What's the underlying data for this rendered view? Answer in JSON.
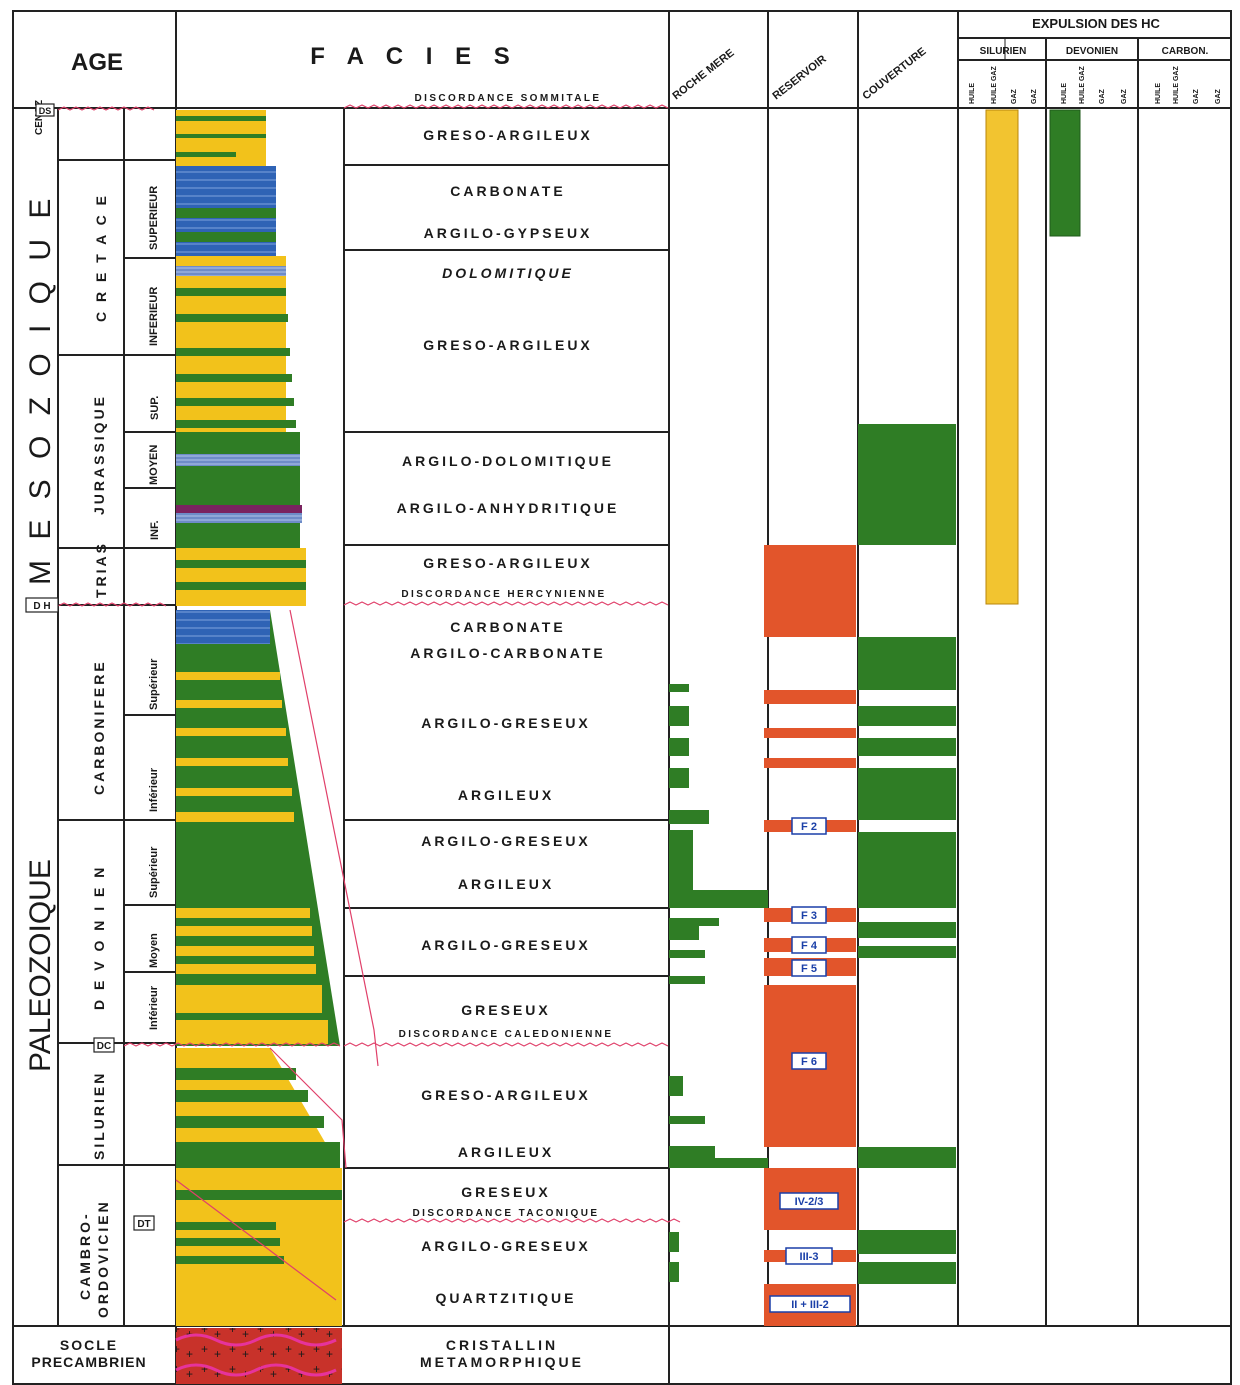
{
  "headers": {
    "age": "AGE",
    "facies": "F A C I E S",
    "roche_mere": "ROCHE MERE",
    "reservoir": "RESERVOIR",
    "couverture": "COUVERTURE",
    "expulsion": "EXPULSION DES HC",
    "silurien": "SILURIEN",
    "devonien": "DEVONIEN",
    "carbon": "CARBON.",
    "huile": "HUILE",
    "huile_gaz": "HUILE GAZ",
    "gaz": "GAZ"
  },
  "eras": {
    "cenoz": "CENOZ",
    "mesozoique": "M E S O Z O I Q U E",
    "paleozoique": "PALEOZOIQUE",
    "socle": "SOCLE",
    "precambrien": "PRECAMBRIEN"
  },
  "systems": {
    "cretace": "C R E T A C E",
    "jurassique": "JURASSIQUE",
    "trias": "TRIAS",
    "carbonifere": "CARBONIFERE",
    "devonien": "D E V O N I E N",
    "silurien": "SILURIEN",
    "cambro": "CAMBRO-",
    "ordovicien": "ORDOVICIEN"
  },
  "subdivisions": {
    "cret_sup": "SUPERIEUR",
    "cret_inf": "INFERIEUR",
    "jur_sup": "SUP.",
    "jur_moy": "MOYEN",
    "jur_inf": "INF.",
    "carb_sup": "Supérieur",
    "carb_inf": "Inférieur",
    "dev_sup": "Supérieur",
    "dev_moy": "Moyen",
    "dev_inf": "Inférieur"
  },
  "discordance_tags": {
    "ds": "DS",
    "dh": "D H",
    "dc": "DC",
    "dt": "DT"
  },
  "facies": {
    "disc_sommitale": "DISCORDANCE SOMMITALE",
    "f1": "GRESO-ARGILEUX",
    "f2": "CARBONATE",
    "f3": "ARGILO-GYPSEUX",
    "f4": "DOLOMITIQUE",
    "f5": "GRESO-ARGILEUX",
    "f6": "ARGILO-DOLOMITIQUE",
    "f7": "ARGILO-ANHYDRITIQUE",
    "f8": "GRESO-ARGILEUX",
    "disc_hercynienne": "DISCORDANCE HERCYNIENNE",
    "f9": "CARBONATE",
    "f10": "ARGILO-CARBONATE",
    "f11": "ARGILO-GRESEUX",
    "f12": "ARGILEUX",
    "f13": "ARGILO-GRESEUX",
    "f14": "ARGILEUX",
    "f15": "ARGILO-GRESEUX",
    "f16": "GRESEUX",
    "disc_caledonienne": "DISCORDANCE CALEDONIENNE",
    "f17": "GRESO-ARGILEUX",
    "f18": "ARGILEUX",
    "f19": "GRESEUX",
    "disc_taconique": "DISCORDANCE TACONIQUE",
    "f20": "ARGILO-GRESEUX",
    "f21": "QUARTZITIQUE",
    "f22": "CRISTALLIN",
    "f23": "METAMORPHIQUE"
  },
  "reservoir_badges": {
    "b1": "F 2",
    "b2": "F 3",
    "b3": "F 4",
    "b4": "F 5",
    "b5": "F 6",
    "b6": "IV-2/3",
    "b7": "III-3",
    "b8": "II + III-2"
  },
  "colors": {
    "sandstone": "#f2c21b",
    "shale": "#2f7d25",
    "carbonate": "#2f63b5",
    "reservoir": "#e2552b",
    "silurian_expulsion": "#f2c430",
    "devonian_expulsion": "#2f7d25",
    "basement": "#c8322a",
    "discordance": "#e0406a"
  }
}
